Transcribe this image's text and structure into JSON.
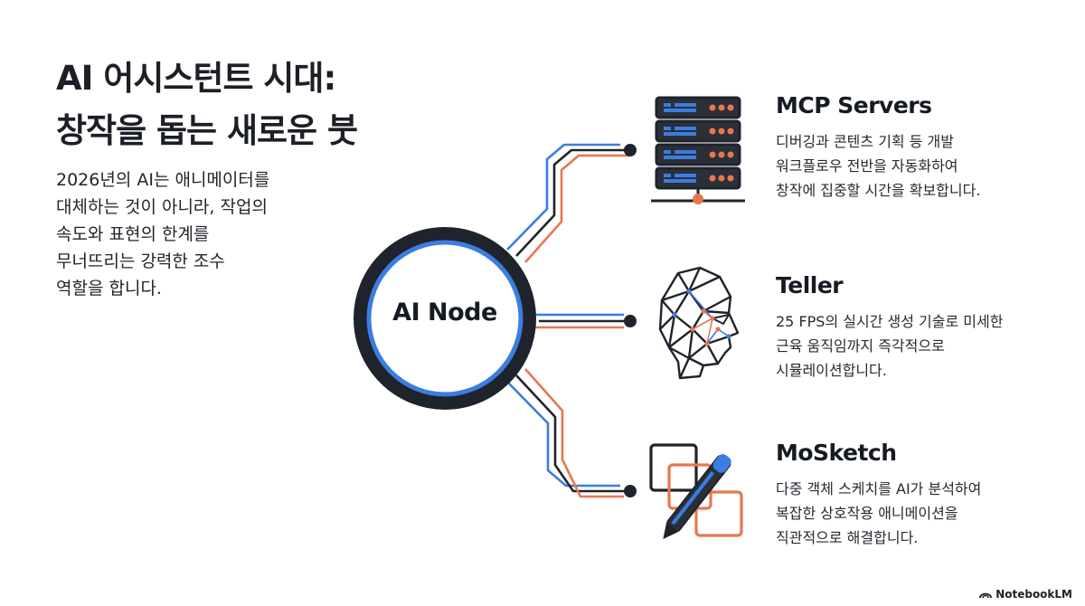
{
  "title": {
    "line1": "AI 어시스턴트 시대:",
    "line2": "창작을 돕는 새로운 붓"
  },
  "intro": {
    "lines": [
      "2026년의 AI는 애니메이터를",
      "대체하는 것이 아니라, 작업의",
      "속도와 표현의 한계를",
      "무너뜨리는 강력한 조수",
      "역할을 합니다."
    ]
  },
  "hub": {
    "label": "AI Node"
  },
  "features": [
    {
      "title": "MCP Servers",
      "icon": "server-icon",
      "lines": [
        "디버깅과 콘텐츠 기획 등 개발",
        "워크플로우 전반을 자동화하여",
        "창작에 집중할 시간을 확보합니다."
      ]
    },
    {
      "title": "Teller",
      "icon": "face-wireframe-icon",
      "lines": [
        "25 FPS의 실시간 생성 기술로 미세한",
        "근육 움직임까지 즉각적으로",
        "시뮬레이션합니다."
      ]
    },
    {
      "title": "MoSketch",
      "icon": "pen-sketch-icon",
      "lines": [
        "다중 객체 스케치를 AI가 분석하여",
        "복잡한 상호작용 애니메이션을",
        "직관적으로 해결합니다."
      ]
    }
  ],
  "brand": {
    "label": "NotebookLM"
  },
  "colors": {
    "dark": "#1f232b",
    "blue": "#3b7de0",
    "orange": "#e8774f"
  }
}
